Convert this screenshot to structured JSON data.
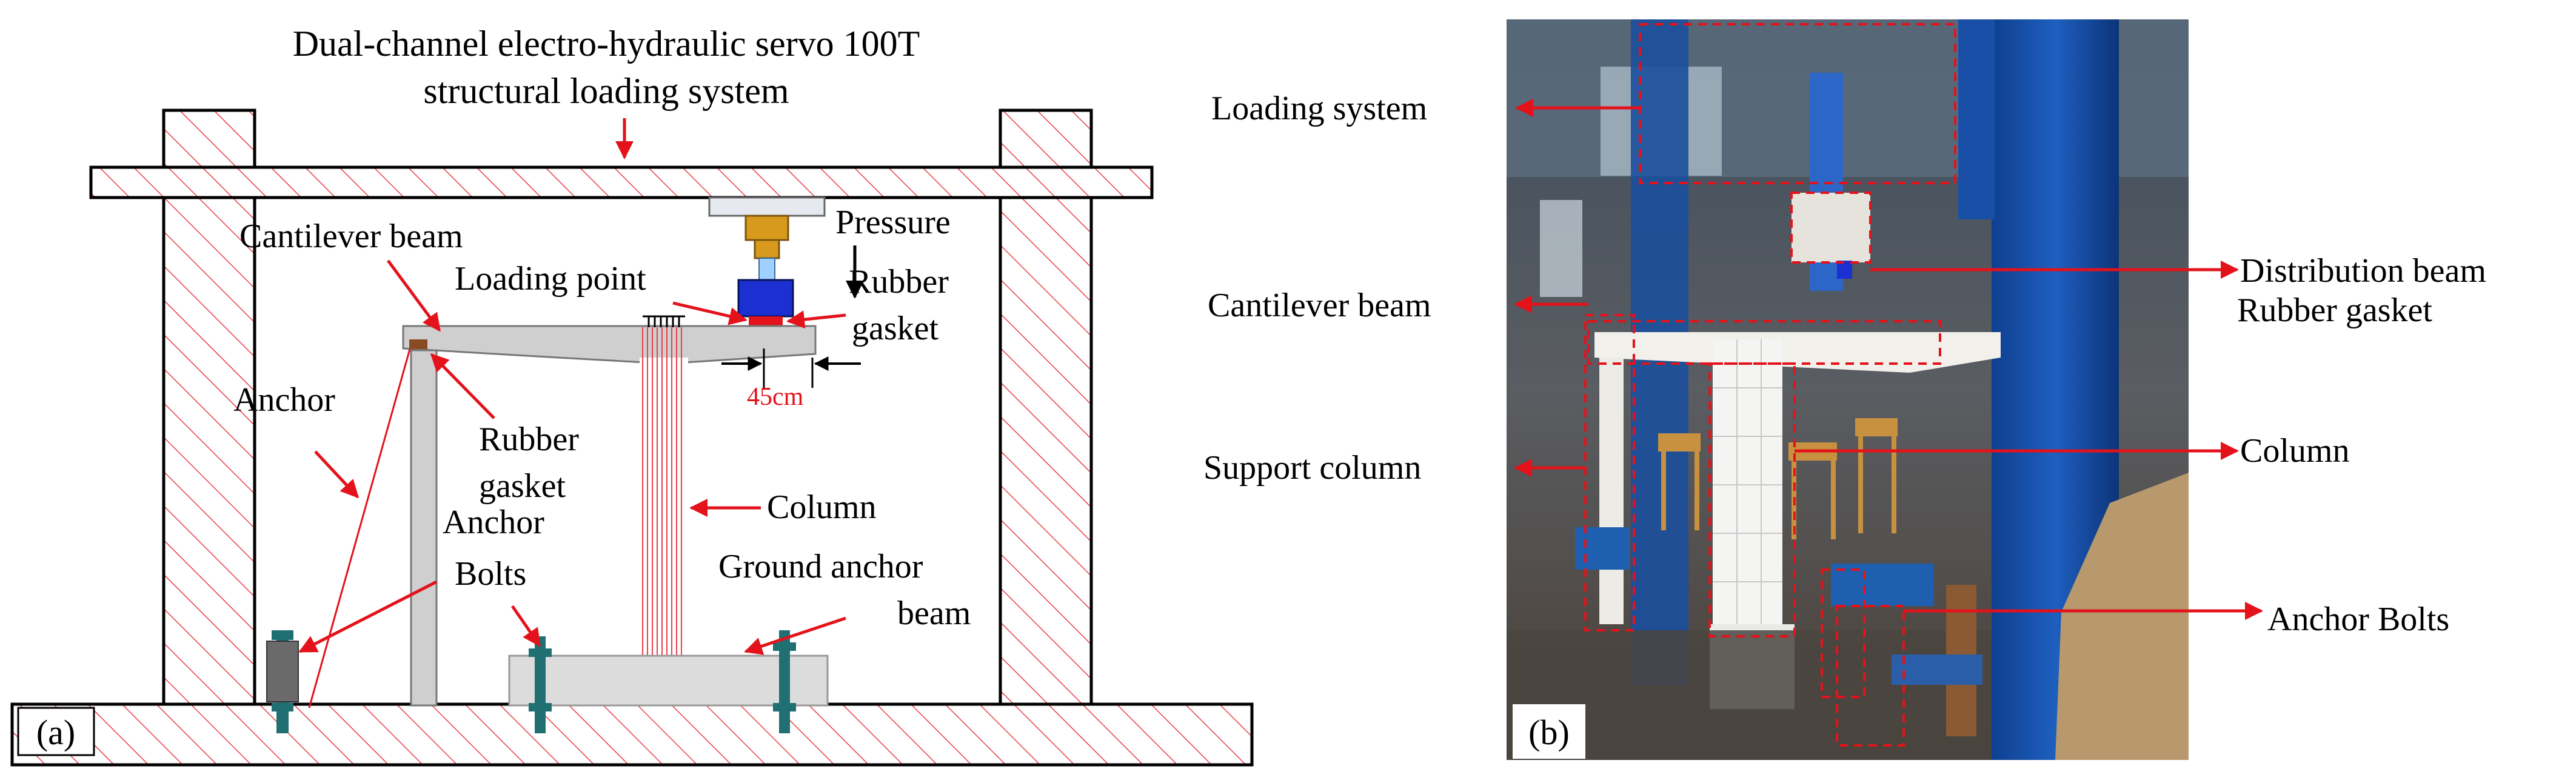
{
  "panel_a": {
    "title_line1": "Dual-channel electro-hydraulic servo 100T",
    "title_line2": "structural loading system",
    "pressure": "Pressure",
    "cantilever_beam": "Cantilever beam",
    "loading_point": "Loading point",
    "rubber_gasket_top_1": "Rubber",
    "rubber_gasket_top_2": "gasket",
    "dimension": "45cm",
    "anchor": "Anchor",
    "rubber_gasket_left_1": "Rubber",
    "rubber_gasket_left_2": "gasket",
    "column": "Column",
    "anchor_bolts_1": "Anchor",
    "anchor_bolts_2": "Bolts",
    "ground_anchor_1": "Ground anchor",
    "ground_anchor_2": "beam",
    "panel_label": "(a)"
  },
  "panel_b": {
    "loading_system": "Loading system",
    "distribution_beam": "Distribution beam",
    "rubber_gasket": "Rubber gasket",
    "cantilever_beam": "Cantilever beam",
    "support_column": "Support column",
    "column": "Column",
    "anchor_bolts": "Anchor Bolts",
    "panel_label": "(b)"
  },
  "colors": {
    "hatch": "#e8404a",
    "callout": "#e3121b",
    "beam_gray": "#cfcfcf",
    "actuator_gold": "#d79a1c",
    "actuator_blue": "#1c2fd0",
    "bolt_teal": "#1f6f73"
  }
}
